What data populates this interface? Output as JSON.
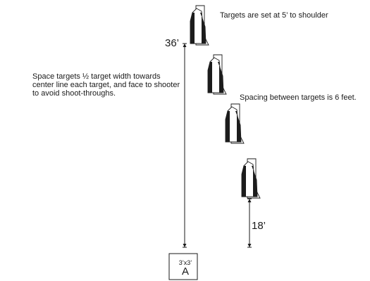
{
  "notes": {
    "target_height": "Targets are set at 5’ to shoulder",
    "spacing": "Spacing between targets is 6 feet.",
    "placement_lines": [
      "Space targets ½ target width towards",
      "center line each target, and face to shooter",
      "to avoid shoot-throughs."
    ]
  },
  "dimensions": {
    "distance_long": "36’",
    "distance_short": "18’"
  },
  "shooting_box": {
    "size": "3’x3’",
    "label": "A"
  },
  "colors": {
    "ink": "#1a1a1a",
    "target_black": "#1c1c1c",
    "target_white": "#ffffff"
  }
}
